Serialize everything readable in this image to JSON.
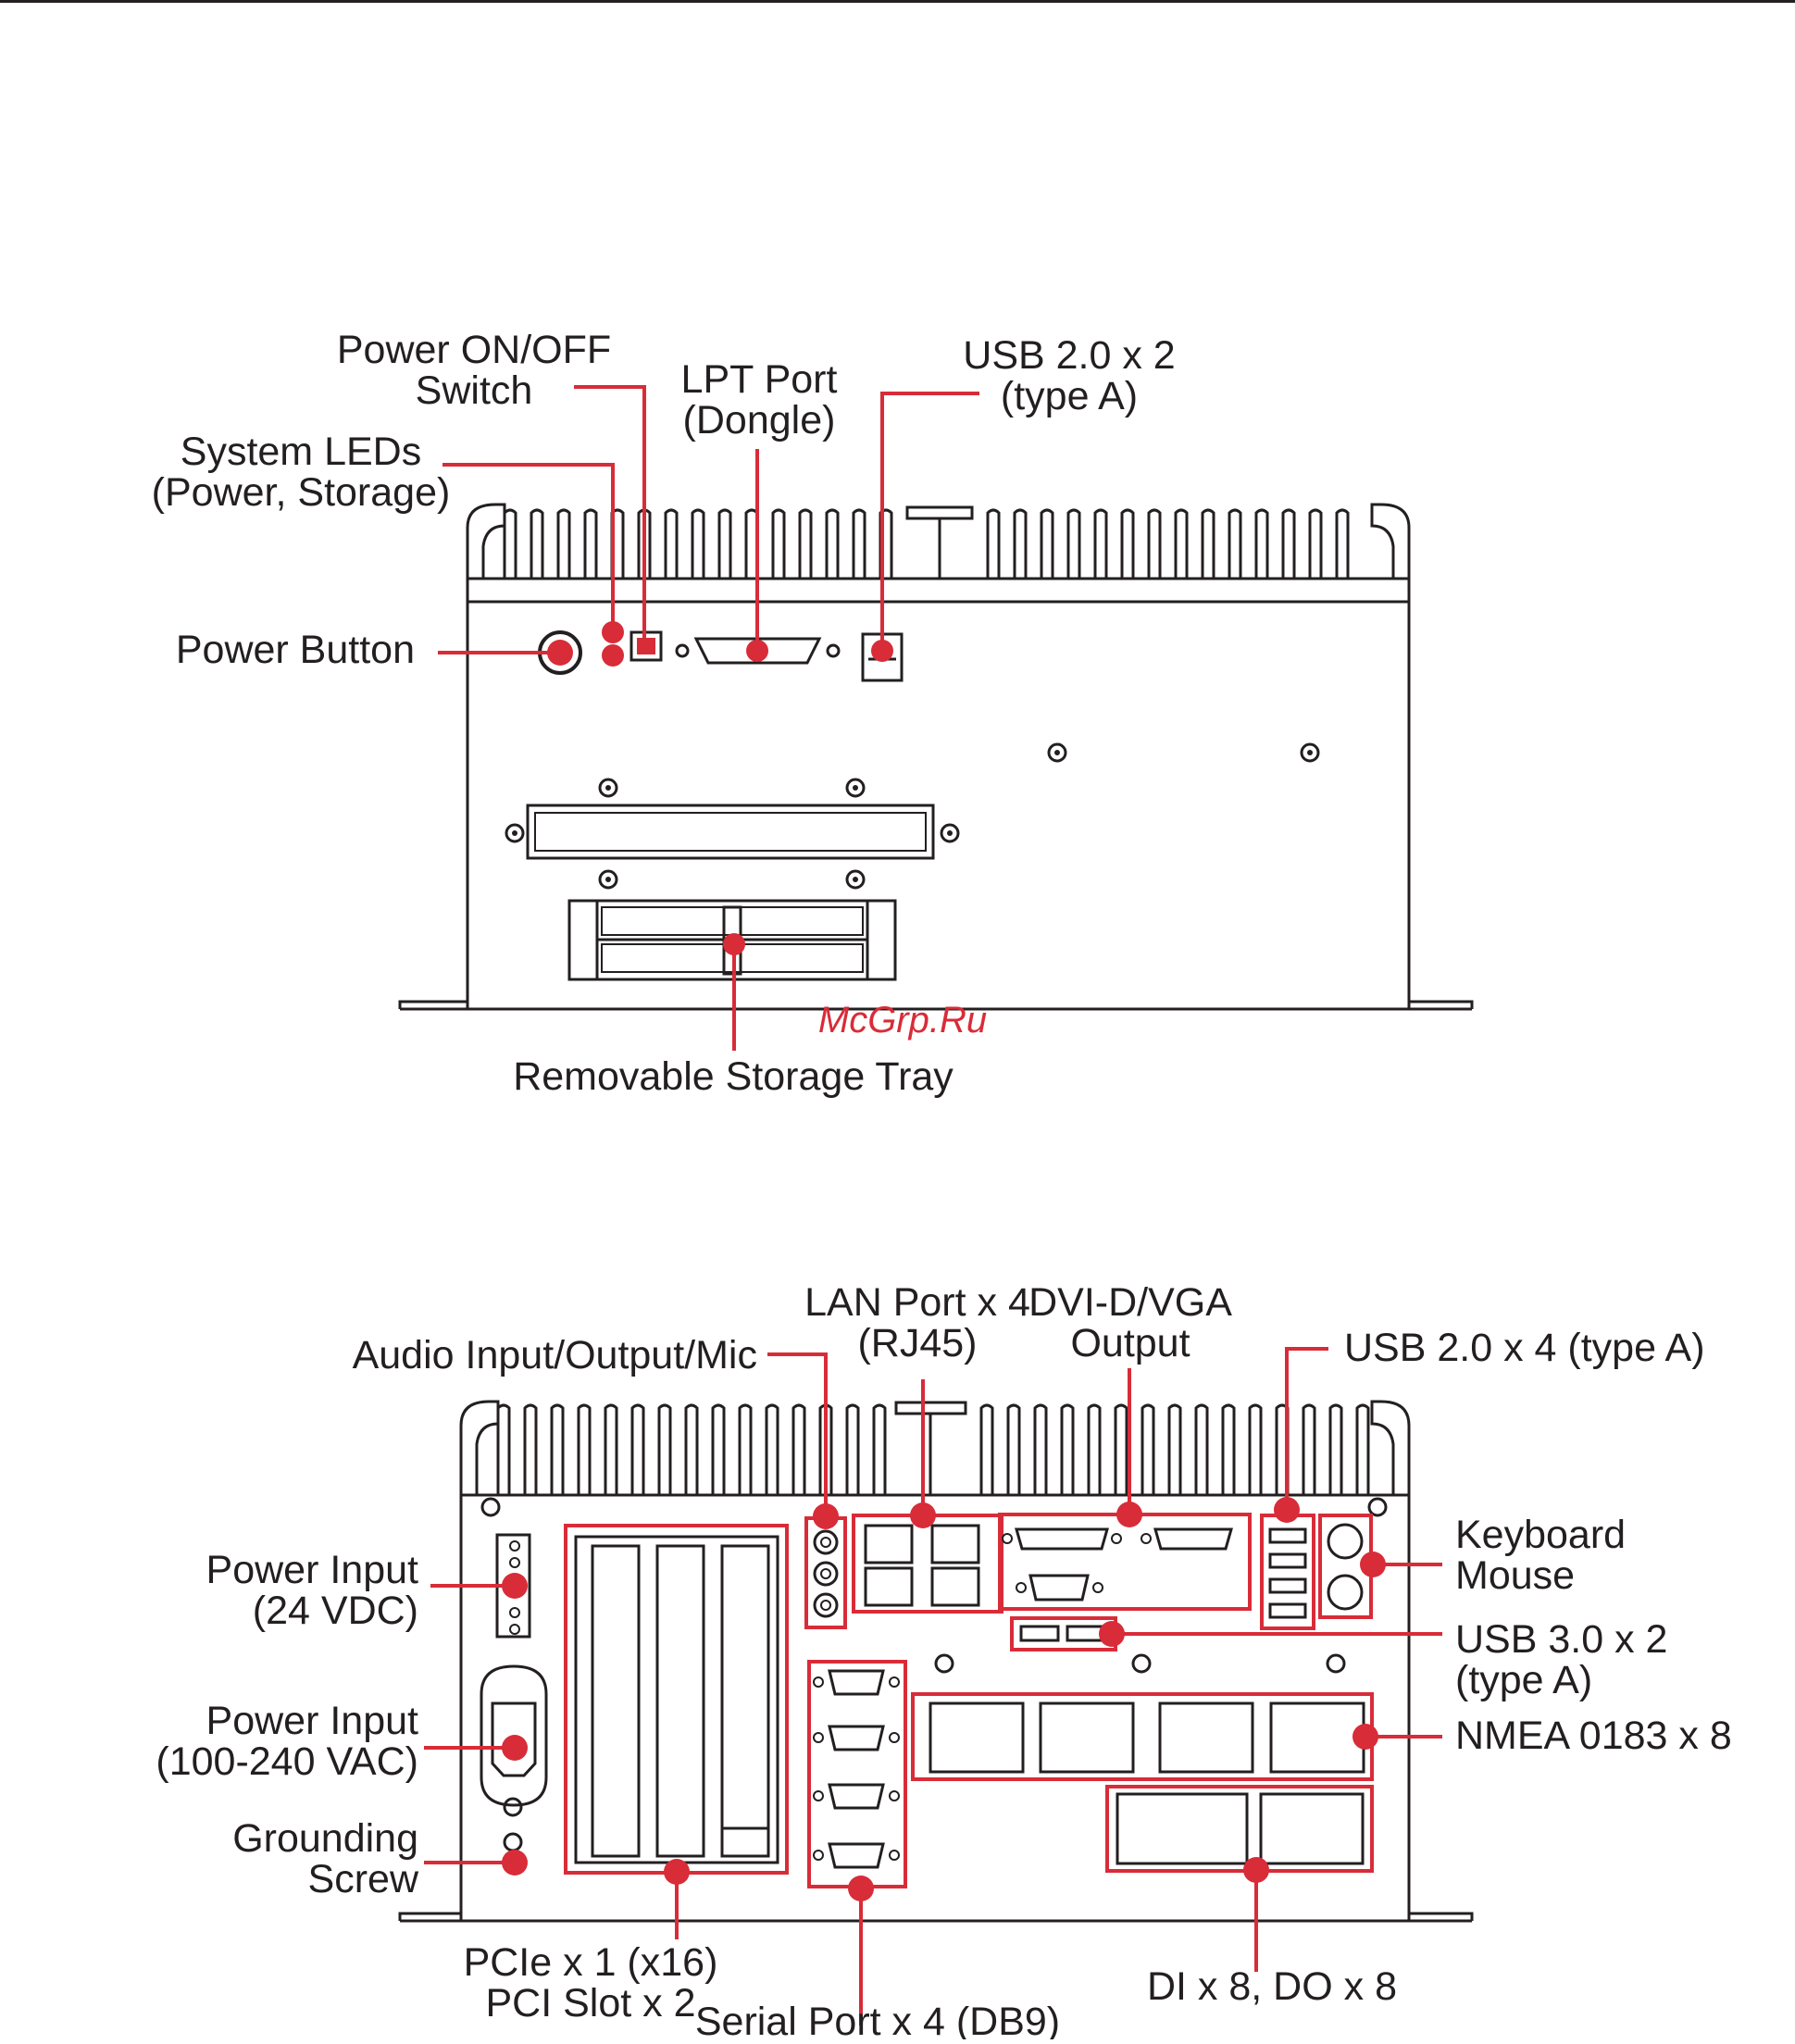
{
  "colors": {
    "accent": "#d82c38",
    "ink": "#231f20",
    "background": "#ffffff"
  },
  "watermark": "McGrp.Ru",
  "front_panel": {
    "power_button": "Power Button",
    "system_leds": [
      "System LEDs",
      "(Power, Storage)"
    ],
    "power_switch": [
      "Power ON/OFF",
      "Switch"
    ],
    "lpt_port": [
      "LPT Port",
      "(Dongle)"
    ],
    "usb20_front": [
      "USB 2.0 x 2",
      "(type A)"
    ],
    "storage_tray": "Removable Storage Tray"
  },
  "rear_panel": {
    "audio": "Audio Input/Output/Mic",
    "lan": [
      "LAN Port x 4",
      "(RJ45)"
    ],
    "dvi_vga": [
      "DVI-D/VGA",
      "Output"
    ],
    "usb20_rear": "USB 2.0 x 4 (type A)",
    "keyboard_mouse": [
      "Keyboard",
      "Mouse"
    ],
    "usb30": [
      "USB 3.0 x 2",
      "(type A)"
    ],
    "nmea": "NMEA 0183 x 8",
    "dc_input": [
      "Power Input",
      "(24 VDC)"
    ],
    "ac_input": [
      "Power Input",
      "(100-240 VAC)"
    ],
    "ground": [
      "Grounding",
      "Screw"
    ],
    "pcie": [
      "PCIe x 1 (x16)",
      "PCI Slot x 2"
    ],
    "serial": "Serial Port x 4 (DB9)",
    "dio": "DI x 8, DO x 8"
  }
}
